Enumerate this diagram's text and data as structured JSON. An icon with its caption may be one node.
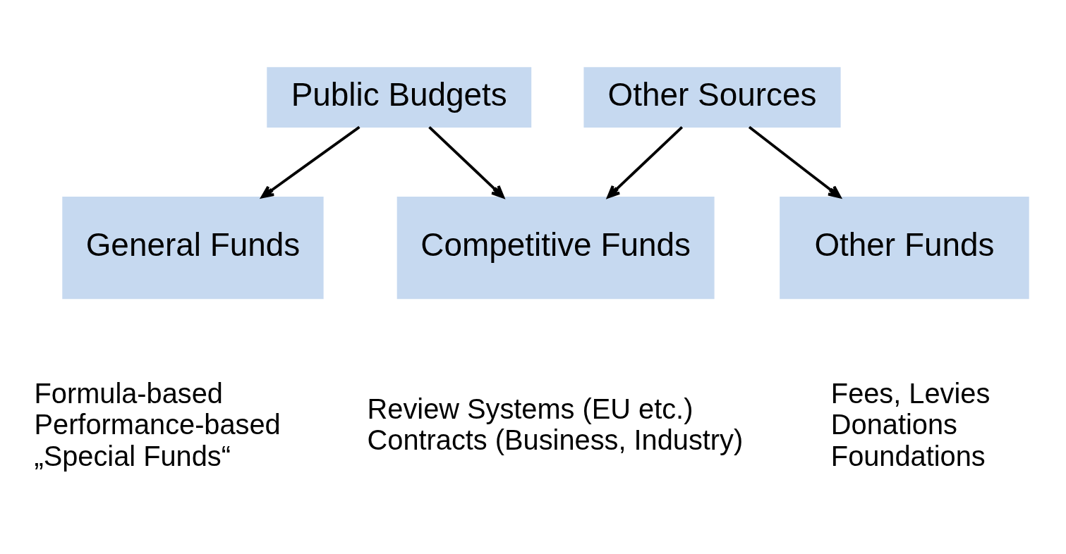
{
  "diagram": {
    "nodes": [
      {
        "text": [
          "Public Budgets"
        ]
      },
      {
        "text": [
          "Other Sources"
        ]
      },
      {
        "text": [
          "General Funds"
        ],
        "beside": [
          "Formula-based",
          "Performance-based",
          "„Special Funds“"
        ]
      },
      {
        "text": [
          "Competitive Funds"
        ],
        "beside": [
          "Review Systems (EU etc.)",
          "Contracts (Business, Industry)"
        ]
      },
      {
        "text": [
          "Other Funds"
        ],
        "beside": [
          "Fees, Levies",
          "Donations",
          "Foundations"
        ]
      }
    ],
    "edges": [
      {
        "from": 0,
        "to": 2,
        "arrow": "to"
      },
      {
        "from": 0,
        "to": 3,
        "arrow": "to"
      },
      {
        "from": 1,
        "to": 3,
        "arrow": "to"
      },
      {
        "from": 1,
        "to": 4,
        "arrow": "to"
      }
    ]
  }
}
